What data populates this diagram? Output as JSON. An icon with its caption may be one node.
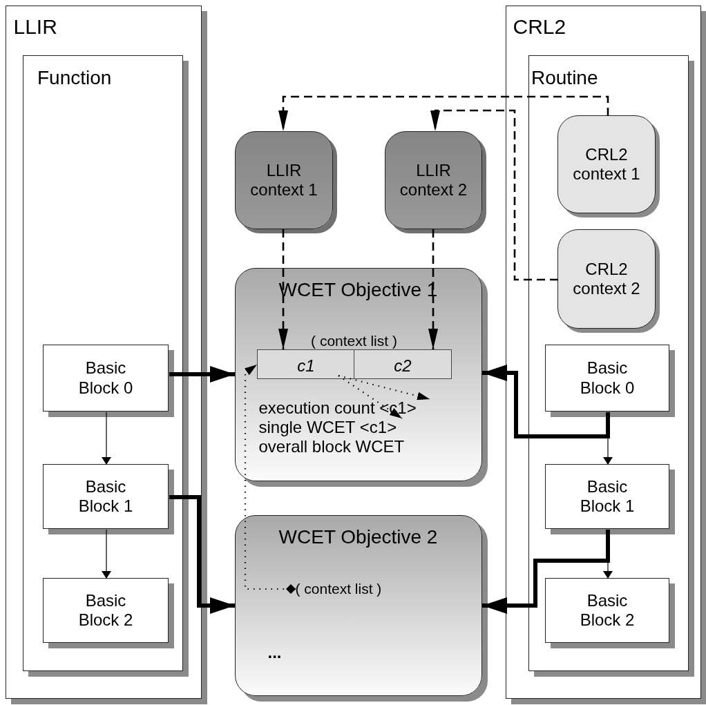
{
  "diagram": {
    "nodes": [
      {
        "text": [
          "LLIR"
        ]
      },
      {
        "text": [
          "Function"
        ],
        "in": 0
      },
      {
        "text": [
          "Basic Block 0"
        ],
        "in": 1
      },
      {
        "text": [
          "Basic Block 1"
        ],
        "in": 1
      },
      {
        "text": [
          "Basic Block 2"
        ],
        "in": 1
      },
      {
        "text": [
          "CRL2"
        ]
      },
      {
        "text": [
          "Routine"
        ],
        "in": 5
      },
      {
        "text": [
          "CRL2 context 1"
        ],
        "in": 6
      },
      {
        "text": [
          "CRL2 context 2"
        ],
        "in": 6
      },
      {
        "text": [
          "Basic Block 0"
        ],
        "in": 6
      },
      {
        "text": [
          "Basic Block 1"
        ],
        "in": 6
      },
      {
        "text": [
          "Basic Block 2"
        ],
        "in": 6
      },
      {
        "text": [
          "LLIR context 1"
        ]
      },
      {
        "text": [
          "LLIR context 2"
        ]
      },
      {
        "text": [
          "WCET Objective 1",
          "overall block WCET"
        ]
      },
      {
        "text": [
          "( context list )"
        ],
        "in": 14
      },
      {
        "text": [
          "c1"
        ],
        "in": 14
      },
      {
        "text": [
          "c2"
        ],
        "in": 14
      },
      {
        "text": [
          "execution count <c1>"
        ],
        "in": 14
      },
      {
        "text": [
          "single WCET <c1>"
        ],
        "in": 14
      },
      {
        "text": [
          "WCET Objective 2",
          "..."
        ]
      },
      {
        "text": [
          "( context list )"
        ],
        "in": 20
      }
    ],
    "edges": [
      {
        "from": 2,
        "to": 14,
        "arrow": "to",
        "style": "thick"
      },
      {
        "from": 3,
        "to": 20,
        "arrow": "to",
        "style": "thick"
      },
      {
        "from": 9,
        "to": 14,
        "arrow": "to",
        "style": "thick"
      },
      {
        "from": 10,
        "to": 20,
        "arrow": "to",
        "style": "thick"
      },
      {
        "from": 2,
        "to": 3,
        "arrow": "to"
      },
      {
        "from": 3,
        "to": 4,
        "arrow": "to"
      },
      {
        "from": 9,
        "to": 10,
        "arrow": "to"
      },
      {
        "from": 10,
        "to": 11,
        "arrow": "to"
      },
      {
        "from": 12,
        "to": 16,
        "arrow": "to",
        "style": "dashed"
      },
      {
        "from": 13,
        "to": 17,
        "arrow": "to",
        "style": "dashed"
      },
      {
        "from": 7,
        "to": 12,
        "arrow": "to",
        "style": "dashed"
      },
      {
        "from": 8,
        "to": 13,
        "arrow": "to",
        "style": "dashed"
      },
      {
        "from": 16,
        "to": 18,
        "arrow": "to",
        "style": "dashed"
      },
      {
        "from": 16,
        "to": 19,
        "arrow": "to",
        "style": "dashed"
      },
      {
        "from": 21,
        "to": 16,
        "arrow": "to",
        "style": "dashed"
      }
    ]
  }
}
